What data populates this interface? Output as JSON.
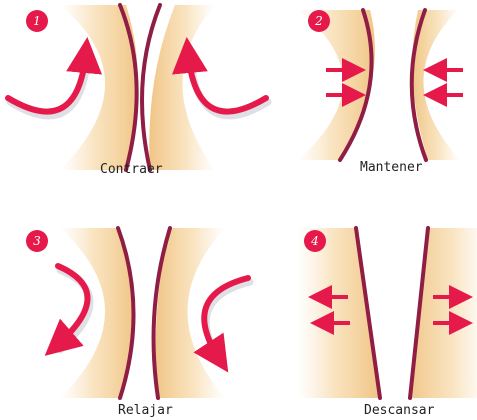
{
  "colors": {
    "accent": "#e6194b",
    "wall": "#8f1d44",
    "glow": "#f0b85c",
    "text": "#222222"
  },
  "steps": [
    {
      "number": "1",
      "label": "Contraer"
    },
    {
      "number": "2",
      "label": "Mantener"
    },
    {
      "number": "3",
      "label": "Relajar"
    },
    {
      "number": "4",
      "label": "Descansar"
    }
  ]
}
